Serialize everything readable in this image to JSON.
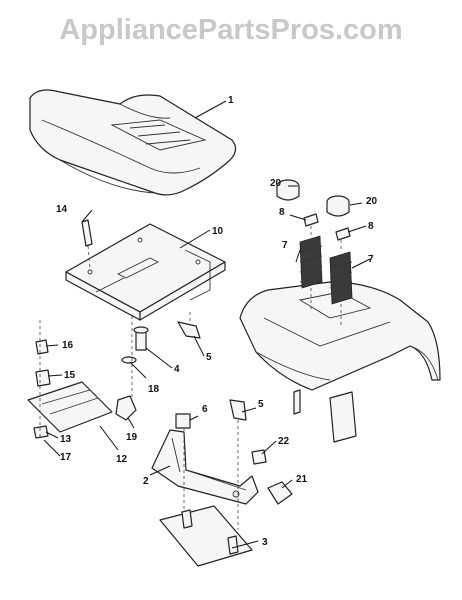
{
  "watermark": "AppliancePartsPros.com",
  "parts": [
    {
      "id": "p1",
      "label": "1"
    },
    {
      "id": "p2",
      "label": "2"
    },
    {
      "id": "p3",
      "label": "3"
    },
    {
      "id": "p4",
      "label": "4"
    },
    {
      "id": "p5a",
      "label": "5"
    },
    {
      "id": "p5b",
      "label": "5"
    },
    {
      "id": "p6",
      "label": "6"
    },
    {
      "id": "p7a",
      "label": "7"
    },
    {
      "id": "p7b",
      "label": "7"
    },
    {
      "id": "p8a",
      "label": "8"
    },
    {
      "id": "p8b",
      "label": "8"
    },
    {
      "id": "p10",
      "label": "10"
    },
    {
      "id": "p12",
      "label": "12"
    },
    {
      "id": "p13",
      "label": "13"
    },
    {
      "id": "p14",
      "label": "14"
    },
    {
      "id": "p15",
      "label": "15"
    },
    {
      "id": "p16",
      "label": "16"
    },
    {
      "id": "p17",
      "label": "17"
    },
    {
      "id": "p18",
      "label": "18"
    },
    {
      "id": "p19",
      "label": "19"
    },
    {
      "id": "p20a",
      "label": "20"
    },
    {
      "id": "p20b",
      "label": "20"
    },
    {
      "id": "p21",
      "label": "21"
    },
    {
      "id": "p22",
      "label": "22"
    }
  ]
}
